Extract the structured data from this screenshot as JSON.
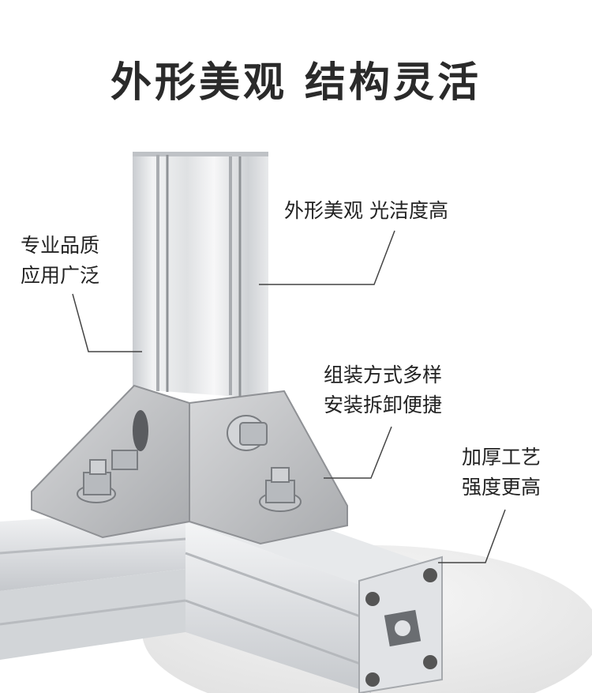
{
  "title": "外形美观 结构灵活",
  "callouts": {
    "quality": [
      "专业品质",
      "应用广泛"
    ],
    "finish": [
      "外形美观 光洁度高"
    ],
    "assembly": [
      "组装方式多样",
      "安装拆卸便捷"
    ],
    "strength": [
      "加厚工艺",
      "强度更高"
    ]
  }
}
